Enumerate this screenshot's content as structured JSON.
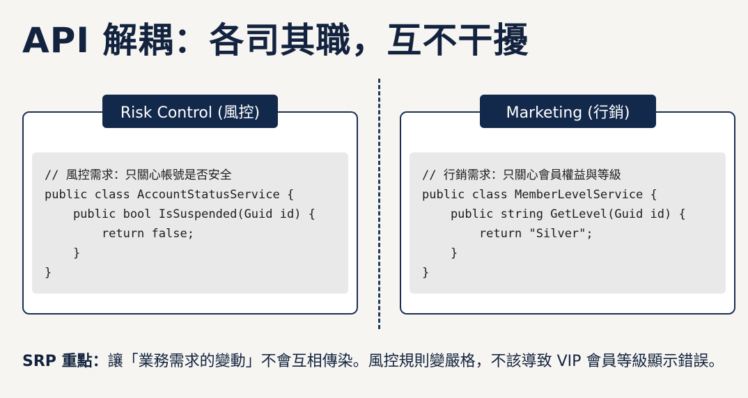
{
  "title": "API 解耦：各司其職，互不干擾",
  "left_panel": {
    "tag": "Risk Control (風控)",
    "code_lines": [
      "// 風控需求：只關心帳號是否安全",
      "public class AccountStatusService {",
      "    public bool IsSuspended(Guid id) {",
      "        return false;",
      "    }",
      "}"
    ]
  },
  "right_panel": {
    "tag": "Marketing (行銷)",
    "code_lines": [
      "// 行銷需求：只關心會員權益與等級",
      "public class MemberLevelService {",
      "    public string GetLevel(Guid id) {",
      "        return \"Silver\";",
      "    }",
      "}"
    ]
  },
  "footer": {
    "label": "SRP 重點：",
    "text": "讓「業務需求的變動」不會互相傳染。風控規則變嚴格，不該導致 VIP 會員等級顯示錯誤。"
  }
}
